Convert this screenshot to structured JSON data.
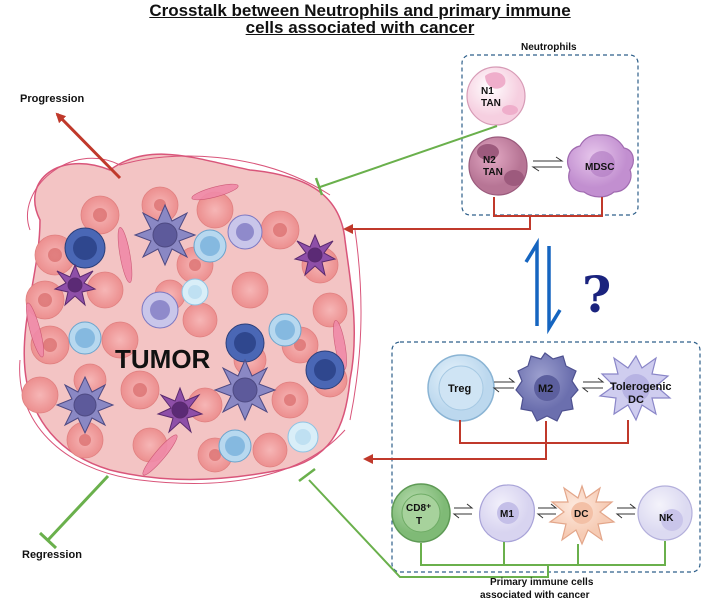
{
  "title": {
    "line1": "Crosstalk between  Neutrophils and primary immune",
    "line2": "cells associated with cancer"
  },
  "labels": {
    "progression": "Progression",
    "regression": "Regression",
    "tumor": "TUMOR",
    "neutrophils": "Neutrophils",
    "question": "?",
    "primary_line1": "Primary immune cells",
    "primary_line2": "associated with cancer"
  },
  "cells": {
    "n1_line1": "N1",
    "n1_line2": "TAN",
    "n2_line1": "N2",
    "n2_line2": "TAN",
    "mdsc": "MDSC",
    "treg": "Treg",
    "m2": "M2",
    "tol_line1": "Tolerogenic",
    "tol_line2": "DC",
    "cd8_line1": "CD8⁺",
    "cd8_line2": "T",
    "m1": "M1",
    "dc": "DC",
    "nk": "NK"
  },
  "colors": {
    "red_arrow": "#c0392b",
    "green_arrow": "#6ab04c",
    "box_border": "#2e5f8a",
    "question": "#1a237e",
    "equilibrium": "#1565c0"
  }
}
